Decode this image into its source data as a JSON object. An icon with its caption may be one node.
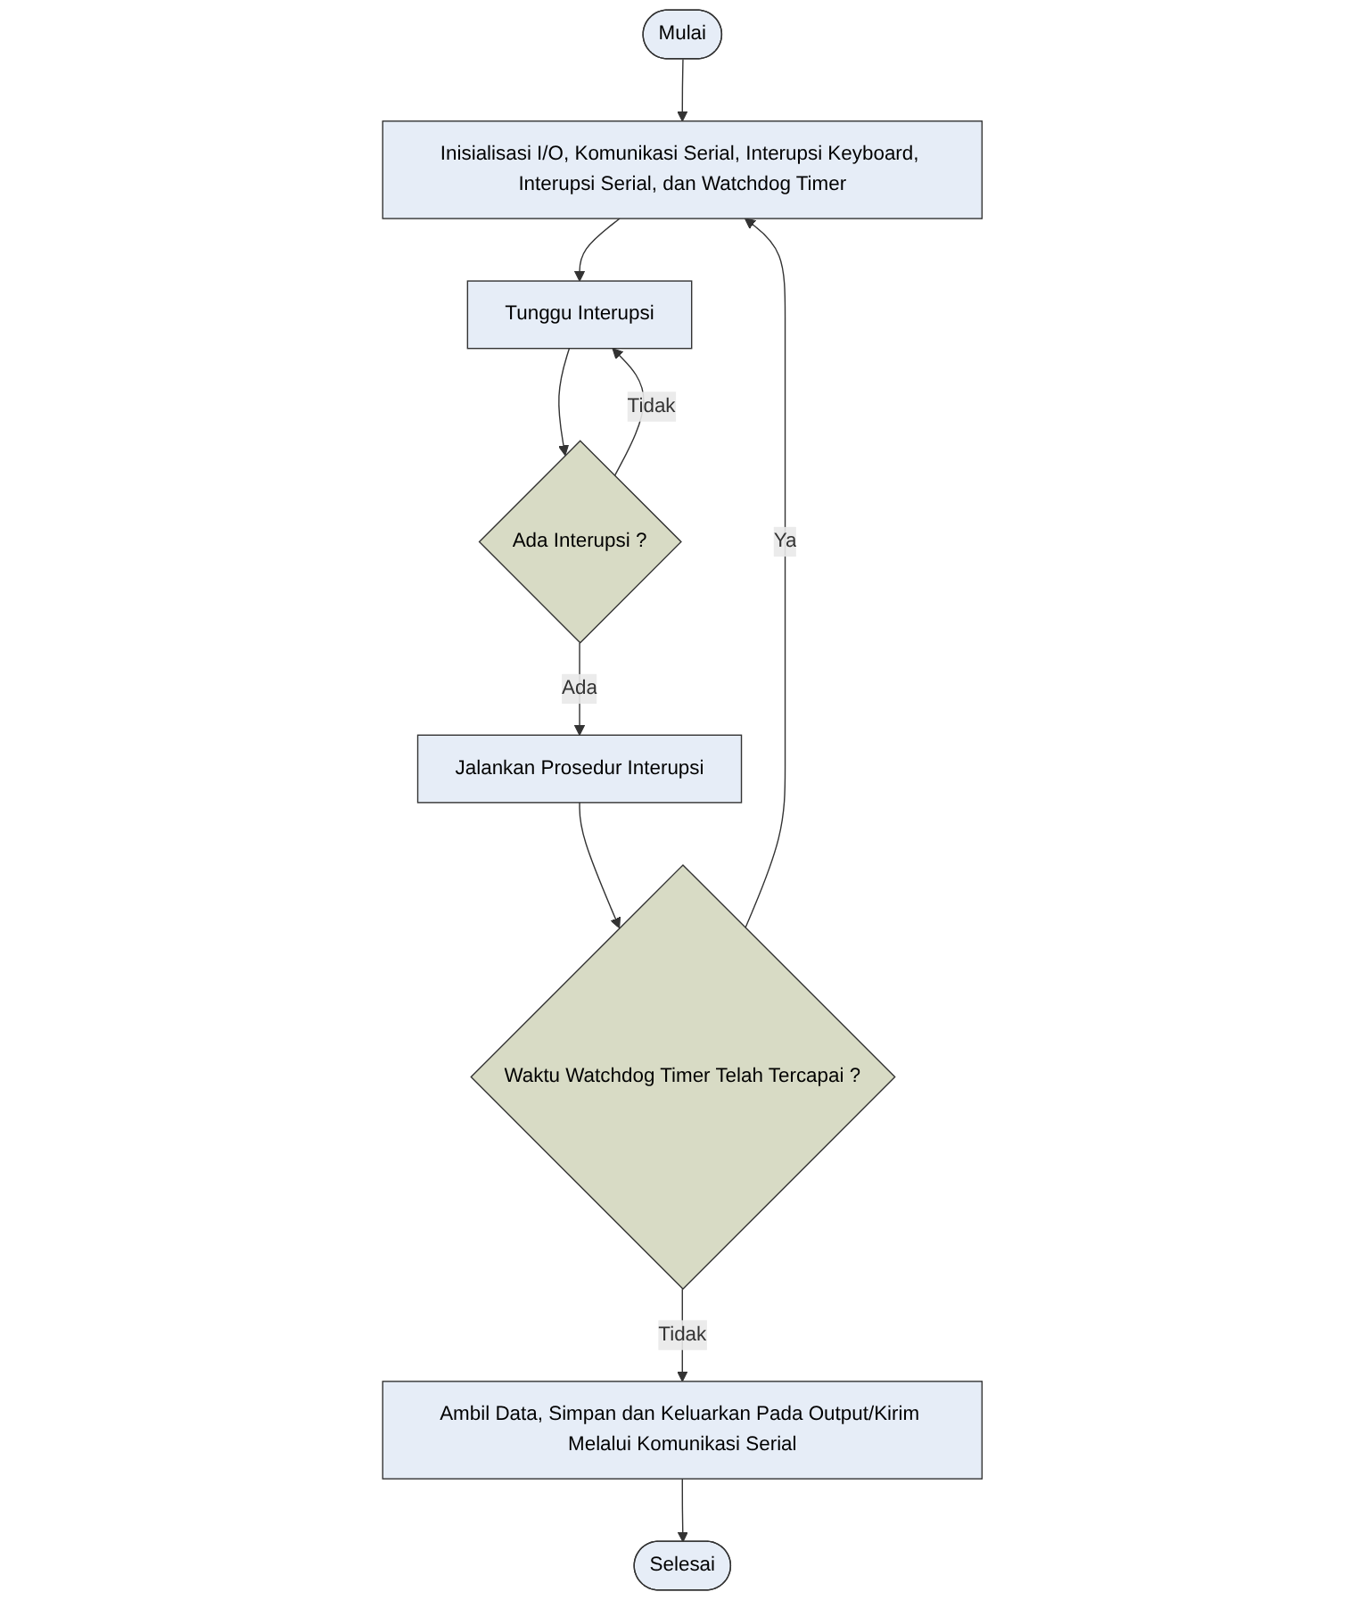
{
  "diagram": {
    "nodes": [
      {
        "text": [
          "Mulai"
        ]
      },
      {
        "text": [
          "Inisialisasi I/O, Komunikasi Serial, Interupsi Keyboard, Interupsi Serial, dan Watchdog Timer"
        ]
      },
      {
        "text": [
          "Tunggu Interupsi"
        ]
      },
      {
        "text": [
          "Ada Interupsi ?"
        ]
      },
      {
        "text": [
          "Jalankan Prosedur Interupsi"
        ]
      },
      {
        "text": [
          "Waktu Watchdog Timer Telah Tercapai ?"
        ]
      },
      {
        "text": [
          "Ambil Data, Simpan dan Keluarkan Pada Output/Kirim Melalui Komunikasi Serial"
        ]
      },
      {
        "text": [
          "Selesai"
        ]
      }
    ],
    "edges": [
      {
        "from": 0,
        "to": 1,
        "arrow": "to"
      },
      {
        "from": 1,
        "to": 2,
        "arrow": "to"
      },
      {
        "from": 2,
        "to": 3,
        "arrow": "to"
      },
      {
        "from": 3,
        "to": 2,
        "label": "Tidak",
        "arrow": "to"
      },
      {
        "from": 3,
        "to": 4,
        "label": "Ada",
        "arrow": "to"
      },
      {
        "from": 4,
        "to": 5,
        "arrow": "to"
      },
      {
        "from": 5,
        "to": 1,
        "label": "Ya",
        "arrow": "to"
      },
      {
        "from": 5,
        "to": 6,
        "label": "Tidak",
        "arrow": "to"
      },
      {
        "from": 6,
        "to": 7,
        "arrow": "to"
      }
    ]
  }
}
